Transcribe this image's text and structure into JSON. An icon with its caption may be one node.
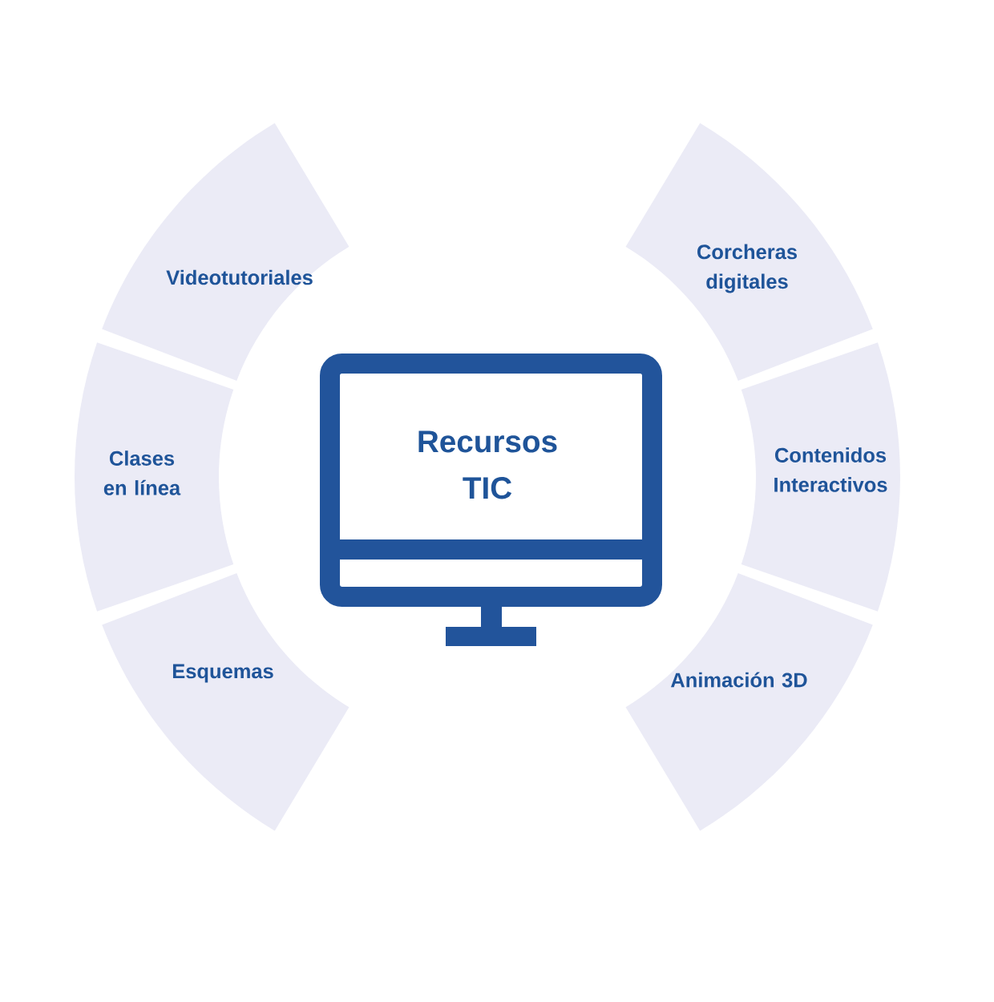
{
  "diagram": {
    "nodes": [
      {
        "text": [
          "Recursos TIC"
        ]
      },
      {
        "text": [
          "Videotutoriales"
        ]
      },
      {
        "text": [
          "Clases en línea"
        ]
      },
      {
        "text": [
          "Esquemas"
        ]
      },
      {
        "text": [
          "Corcheras digitales"
        ]
      },
      {
        "text": [
          "Contenidos Interactivos"
        ]
      },
      {
        "text": [
          "Animación 3D"
        ]
      }
    ]
  }
}
